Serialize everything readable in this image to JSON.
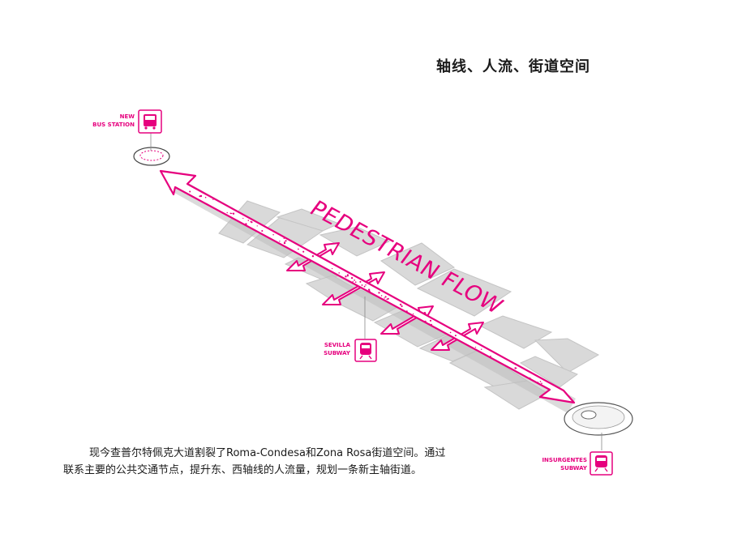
{
  "title": "轴线、人流、街道空间",
  "diagram": {
    "flow_label": "PEDESTRIAN FLOW",
    "stations": [
      {
        "line1": "NEW",
        "line2": "BUS STATION",
        "icon": "bus-icon"
      },
      {
        "line1": "SEVILLA",
        "line2": "SUBWAY",
        "icon": "train-icon"
      },
      {
        "line1": "INSURGENTES",
        "line2": "SUBWAY",
        "icon": "train-icon"
      }
    ],
    "accent_color": "#e6007e",
    "block_color": "#d9d9d9"
  },
  "caption": {
    "line1": "现今查普尔特佩克大道割裂了Roma-Condesa和Zona  Rosa街道空间。通过",
    "line2": "联系主要的公共交通节点，提升东、西轴线的人流量，规划一条新主轴街道。"
  }
}
